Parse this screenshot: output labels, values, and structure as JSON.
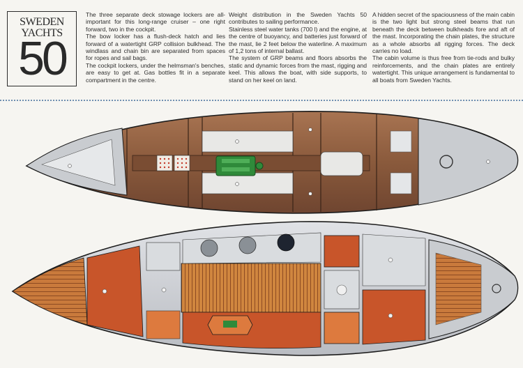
{
  "logo": {
    "line1": "SWEDEN",
    "line2": "YACHTS",
    "number": "50"
  },
  "columns": [
    {
      "paragraphs": [
        "The three separate deck stowage lockers are all-important for this long-range cruiser – one right forward, two in the cockpit.",
        "The bow locker has a flush-deck hatch and lies forward of a watertight GRP collision bulkhead. The windlass and chain bin are separated from spaces for ropes and sail bags.",
        "The cockpit lockers, under the helmsman's benches, are easy to get at. Gas bottles fit in a separate compartment in the centre."
      ]
    },
    {
      "paragraphs": [
        "Weight distribution in the Sweden Yachts 50 contributes to sailing performance.",
        "Stainless steel water tanks (700 l) and the engine, at the centre of buoyancy, and batteries just forward of the mast, lie 2 feet below the waterline. A maximum of 1,2 tons of internal ballast.",
        "The system of GRP beams and floors absorbs the static and dynamic forces from the mast, rigging and keel. This allows the boat, with side supports, to stand on her keel on land."
      ]
    },
    {
      "paragraphs": [
        "A hidden secret of the spaciousness of the main cabin is the two light but strong steel beams that run beneath the deck between bulkheads fore and aft of the mast. Incorporating the chain plates, the structure as a whole absorbs all rigging forces. The deck carries no load.",
        "The cabin volume is thus free from tie-rods and bulky reinforcements, and the chain plates are entirely watertight. This unique arrangement is fundamental to all boats from Sweden Yachts."
      ]
    }
  ],
  "colors": {
    "hull_outline": "#1c1c1c",
    "upper_floor": "#8a5a3c",
    "upper_floor_light": "#a87452",
    "lower_wood": "#c8552a",
    "lower_wood_light": "#dd7a3e",
    "deck_grey": "#c9ccd0",
    "engine_green": "#2f8a3a",
    "rule_blue": "#6f8fb0"
  }
}
